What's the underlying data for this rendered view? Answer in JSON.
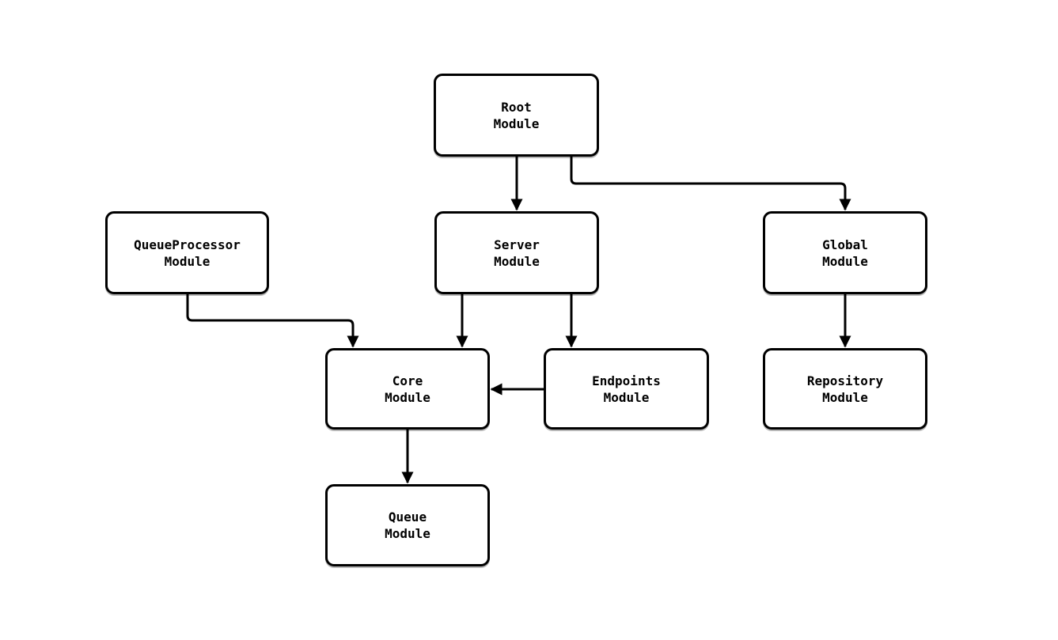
{
  "diagram": {
    "type": "flowchart",
    "direction": "top-down",
    "colors": {
      "background": "#ffffff",
      "node_fill": "#ffffff",
      "node_border": "#000000",
      "edge": "#000000",
      "text": "#000000"
    },
    "nodes": [
      {
        "id": "root",
        "label": "Root\nModule"
      },
      {
        "id": "queue-processor",
        "label": "QueueProcessor\nModule"
      },
      {
        "id": "server",
        "label": "Server\nModule"
      },
      {
        "id": "global",
        "label": "Global\nModule"
      },
      {
        "id": "core",
        "label": "Core\nModule"
      },
      {
        "id": "endpoints",
        "label": "Endpoints\nModule"
      },
      {
        "id": "repository",
        "label": "Repository\nModule"
      },
      {
        "id": "queue",
        "label": "Queue\nModule"
      }
    ],
    "edges": [
      {
        "from": "Root Module",
        "to": "Server Module"
      },
      {
        "from": "Root Module",
        "to": "Global Module"
      },
      {
        "from": "QueueProcessor Module",
        "to": "Core Module"
      },
      {
        "from": "Server Module",
        "to": "Core Module"
      },
      {
        "from": "Server Module",
        "to": "Endpoints Module"
      },
      {
        "from": "Endpoints Module",
        "to": "Core Module"
      },
      {
        "from": "Global Module",
        "to": "Repository Module"
      },
      {
        "from": "Core Module",
        "to": "Queue Module"
      }
    ]
  }
}
